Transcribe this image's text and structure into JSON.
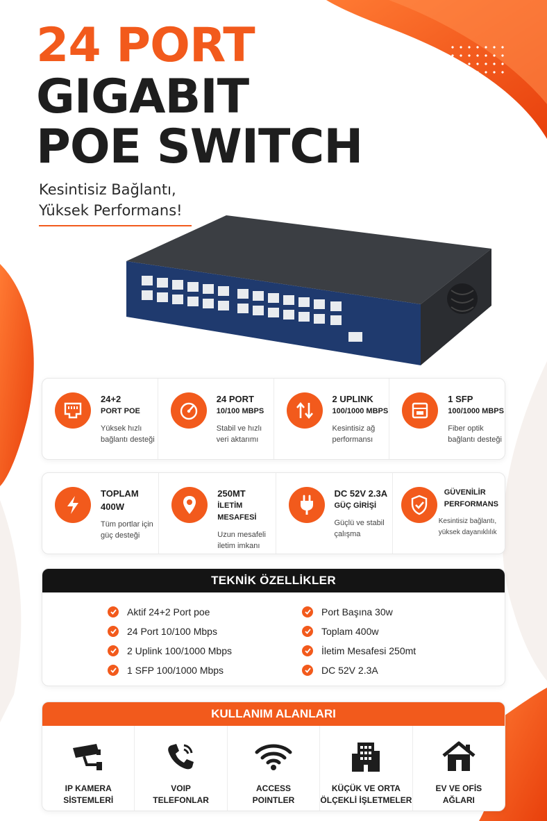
{
  "hero": {
    "title_line1": "24 PORT",
    "title_line2": "GIGABIT",
    "title_line3": "POE SWITCH",
    "subtitle_line1": "Kesintisiz Bağlantı,",
    "subtitle_line2": "Yüksek Performans!"
  },
  "colors": {
    "accent": "#f25a1c",
    "dark": "#141414",
    "device_blue": "#1f3a6e"
  },
  "features_row1": [
    {
      "icon": "ethernet-port-icon",
      "title": "24+2",
      "sub": "PORT POE",
      "desc1": "Yüksek hızlı",
      "desc2": "bağlantı desteği"
    },
    {
      "icon": "speedometer-icon",
      "title": "24 PORT",
      "sub": "10/100 MBPS",
      "desc1": "Stabil ve hızlı",
      "desc2": "veri aktarımı"
    },
    {
      "icon": "uplink-arrows-icon",
      "title": "2 UPLINK",
      "sub": "100/1000 MBPS",
      "desc1": "Kesintisiz ağ",
      "desc2": "performansı"
    },
    {
      "icon": "sfp-module-icon",
      "title": "1 SFP",
      "sub": "100/1000 MBPS",
      "desc1": "Fiber optik",
      "desc2": "bağlantı desteği"
    }
  ],
  "features_row2": [
    {
      "icon": "lightning-bolt-icon",
      "title": "TOPLAM",
      "sub": "400W",
      "desc1": "Tüm portlar için",
      "desc2": "güç desteği"
    },
    {
      "icon": "location-pin-icon",
      "title": "250MT",
      "sub": "İLETİM MESAFESİ",
      "desc1": "Uzun mesafeli",
      "desc2": "iletim imkanı"
    },
    {
      "icon": "power-plug-icon",
      "title": "DC 52V 2.3A",
      "sub": "GÜÇ GİRİŞİ",
      "desc1": "Güçlü ve stabil",
      "desc2": "çalışma"
    },
    {
      "icon": "shield-check-icon",
      "title": "GÜVENİLİR",
      "sub": "PERFORMANS",
      "desc1": "Kesintisiz bağlantı,",
      "desc2": "yüksek dayanıklılık"
    }
  ],
  "tech": {
    "header": "TEKNİK ÖZELLİKLER",
    "left": [
      "Aktif 24+2 Port poe",
      "24 Port 10/100 Mbps",
      "2 Uplink 100/1000 Mbps",
      "1 SFP 100/1000 Mbps"
    ],
    "right": [
      "Port Başına 30w",
      "Toplam 400w",
      "İletim Mesafesi 250mt",
      "DC 52V 2.3A"
    ]
  },
  "usage": {
    "header": "KULLANIM ALANLARI",
    "items": [
      {
        "icon": "security-camera-icon",
        "line1": "IP KAMERA",
        "line2": "SİSTEMLERİ"
      },
      {
        "icon": "phone-icon",
        "line1": "VOIP",
        "line2": "TELEFONLAR"
      },
      {
        "icon": "wifi-icon",
        "line1": "ACCESS",
        "line2": "POINTLER"
      },
      {
        "icon": "office-building-icon",
        "line1": "KÜÇÜK VE ORTA",
        "line2": "ÖLÇEKLİ İŞLETMELER"
      },
      {
        "icon": "house-icon",
        "line1": "EV VE OFİS",
        "line2": "AĞLARI"
      }
    ]
  }
}
